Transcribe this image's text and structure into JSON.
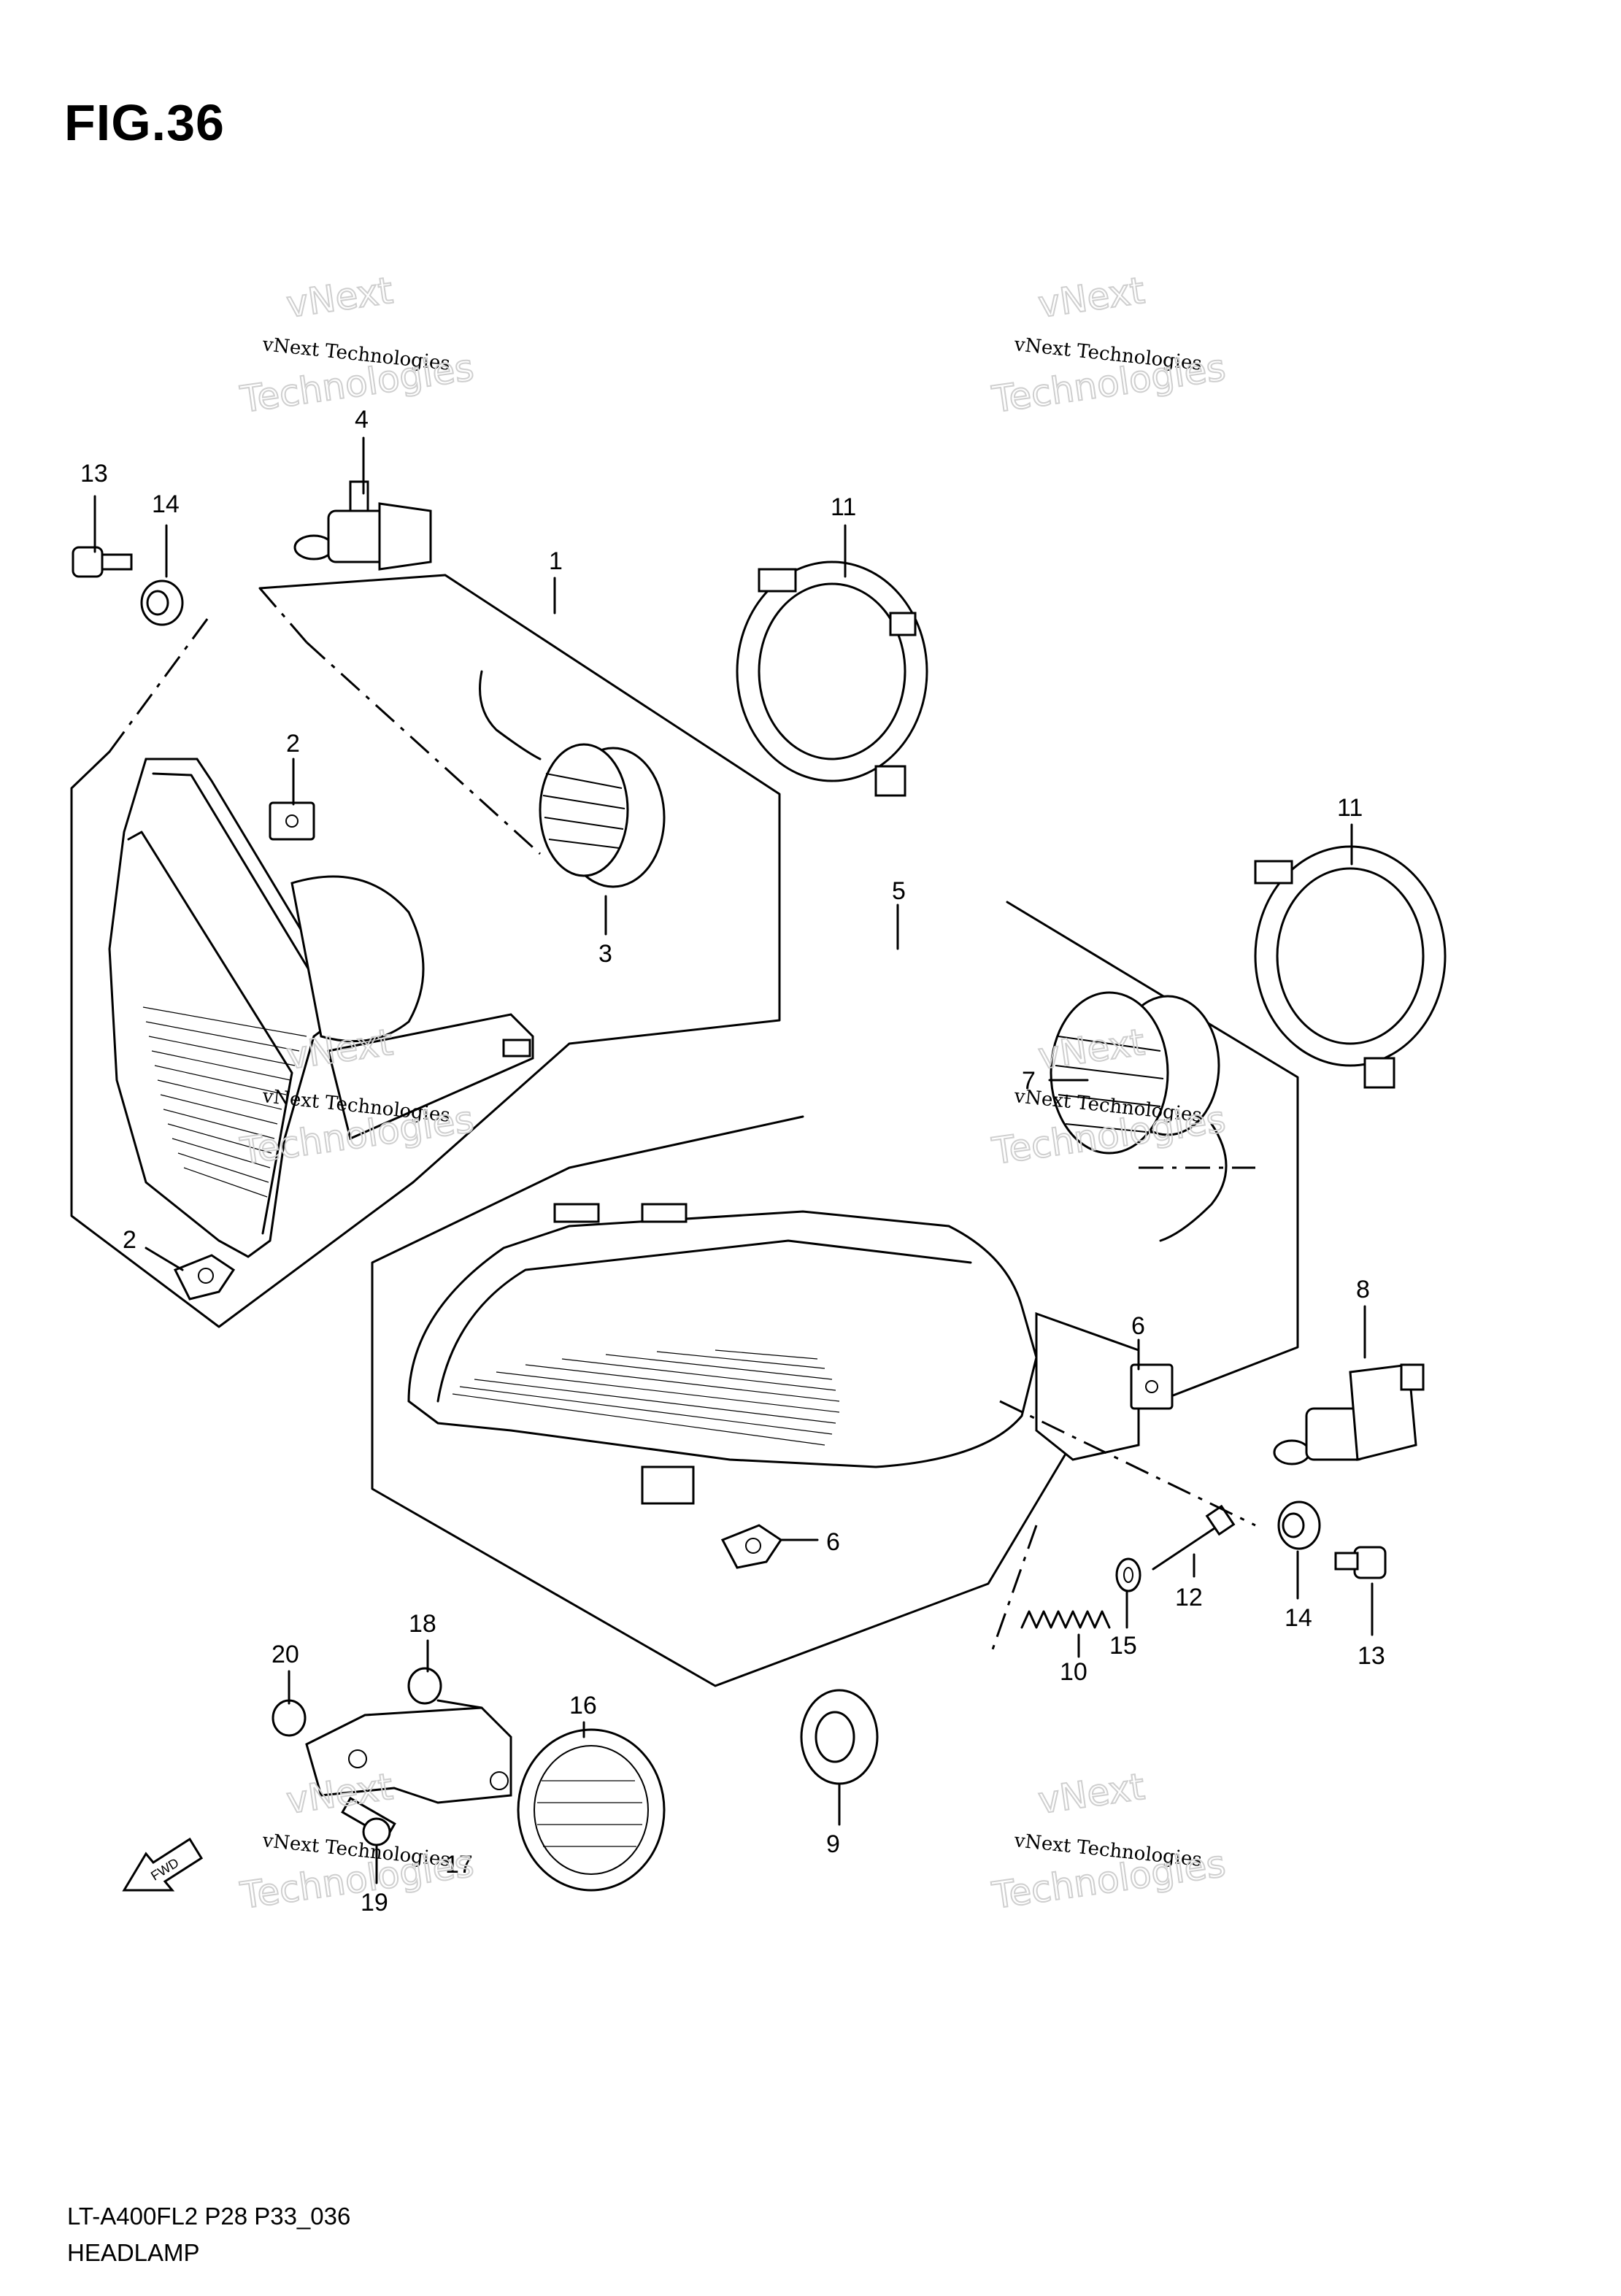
{
  "figure": {
    "title": "FIG.36",
    "model_code": "LT-A400FL2 P28 P33_036",
    "section_name": "HEADLAMP"
  },
  "callouts": [
    {
      "id": "c1",
      "label": "1",
      "part": "headlamp-assembly-left"
    },
    {
      "id": "c2a",
      "label": "2",
      "part": "clip-nut"
    },
    {
      "id": "c2b",
      "label": "2",
      "part": "clip-nut"
    },
    {
      "id": "c3",
      "label": "3",
      "part": "socket-left"
    },
    {
      "id": "c4",
      "label": "4",
      "part": "bulb-left"
    },
    {
      "id": "c5",
      "label": "5",
      "part": "headlamp-assembly-right"
    },
    {
      "id": "c6a",
      "label": "6",
      "part": "clip-nut"
    },
    {
      "id": "c6b",
      "label": "6",
      "part": "clip-nut"
    },
    {
      "id": "c7",
      "label": "7",
      "part": "socket-right"
    },
    {
      "id": "c8",
      "label": "8",
      "part": "bulb-right"
    },
    {
      "id": "c9",
      "label": "9",
      "part": "grommet"
    },
    {
      "id": "c10",
      "label": "10",
      "part": "spring"
    },
    {
      "id": "c11a",
      "label": "11",
      "part": "bulb-retainer-ring"
    },
    {
      "id": "c11b",
      "label": "11",
      "part": "bulb-retainer-ring"
    },
    {
      "id": "c12",
      "label": "12",
      "part": "adjusting-screw"
    },
    {
      "id": "c13a",
      "label": "13",
      "part": "screw"
    },
    {
      "id": "c13b",
      "label": "13",
      "part": "screw"
    },
    {
      "id": "c14a",
      "label": "14",
      "part": "cushion"
    },
    {
      "id": "c14b",
      "label": "14",
      "part": "cushion"
    },
    {
      "id": "c15",
      "label": "15",
      "part": "washer"
    },
    {
      "id": "c16",
      "label": "16",
      "part": "reflector"
    },
    {
      "id": "c17",
      "label": "17",
      "part": "bracket"
    },
    {
      "id": "c18",
      "label": "18",
      "part": "nut"
    },
    {
      "id": "c19",
      "label": "19",
      "part": "bolt"
    },
    {
      "id": "c20",
      "label": "20",
      "part": "nut"
    }
  ],
  "watermark": {
    "line1": "vNext Technologies",
    "line2": "vNext",
    "line3": "Technologies"
  },
  "fwd_label": "FWD"
}
